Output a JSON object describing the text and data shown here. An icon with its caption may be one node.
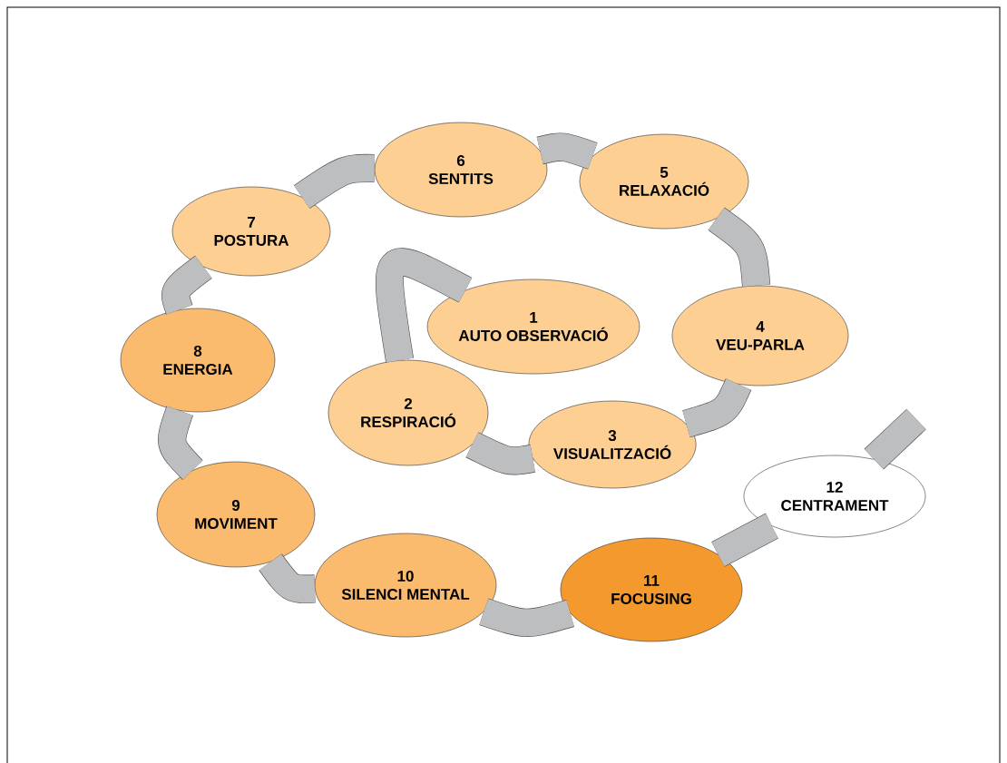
{
  "diagram": {
    "nodes": [
      {
        "text": [
          "1",
          "AUTO OBSERVACIÓ"
        ]
      },
      {
        "text": [
          "2",
          "RESPIRACIÓ"
        ]
      },
      {
        "text": [
          "3",
          "VISUALITZACIÓ"
        ]
      },
      {
        "text": [
          "4",
          "VEU-PARLA"
        ]
      },
      {
        "text": [
          "5",
          "RELAXACIÓ"
        ]
      },
      {
        "text": [
          "6",
          "SENTITS"
        ]
      },
      {
        "text": [
          "7",
          "POSTURA"
        ]
      },
      {
        "text": [
          "8",
          "ENERGIA"
        ]
      },
      {
        "text": [
          "9",
          "MOVIMENT"
        ]
      },
      {
        "text": [
          "10",
          "SILENCI MENTAL"
        ]
      },
      {
        "text": [
          "11",
          "FOCUSING"
        ]
      },
      {
        "text": [
          "12",
          "CENTRAMENT"
        ]
      }
    ],
    "edges": [
      {
        "from": 0,
        "to": 1,
        "arrow": "none"
      },
      {
        "from": 1,
        "to": 2,
        "arrow": "none"
      },
      {
        "from": 2,
        "to": 3,
        "arrow": "none"
      },
      {
        "from": 3,
        "to": 4,
        "arrow": "none"
      },
      {
        "from": 4,
        "to": 5,
        "arrow": "none"
      },
      {
        "from": 5,
        "to": 6,
        "arrow": "none"
      },
      {
        "from": 6,
        "to": 7,
        "arrow": "none"
      },
      {
        "from": 7,
        "to": 8,
        "arrow": "none"
      },
      {
        "from": 8,
        "to": 9,
        "arrow": "none"
      },
      {
        "from": 9,
        "to": 10,
        "arrow": "none"
      },
      {
        "from": 10,
        "to": 11,
        "arrow": "none"
      },
      {
        "from": 11,
        "to": null,
        "arrow": "none"
      }
    ]
  }
}
